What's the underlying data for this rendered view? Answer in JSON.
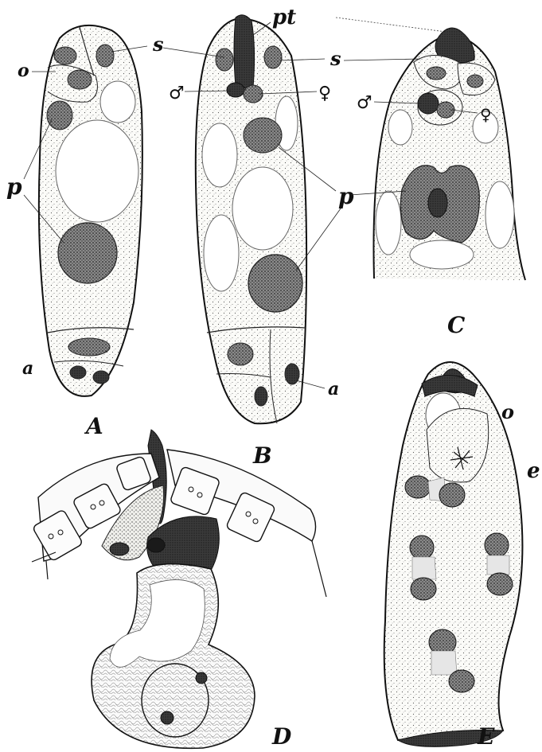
{
  "figure": {
    "panels": {
      "A": {
        "caption": "A",
        "labels": {
          "o": "o",
          "s": "s",
          "p": "p",
          "a": "a"
        }
      },
      "B": {
        "caption": "B",
        "labels": {
          "pt": "pt",
          "s": "s",
          "male": "♂",
          "female": "♀",
          "p": "p",
          "a": "a"
        }
      },
      "C": {
        "caption": "C",
        "labels": {
          "s": "s",
          "male": "♂",
          "female": "♀"
        }
      },
      "D": {
        "caption": "D"
      },
      "E": {
        "caption": "E",
        "labels": {
          "o": "o",
          "e": "e"
        }
      }
    }
  }
}
